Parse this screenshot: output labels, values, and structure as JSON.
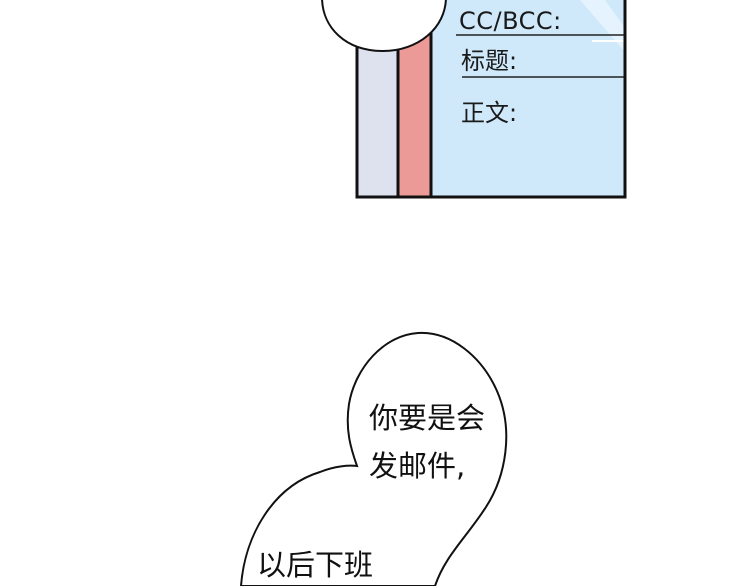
{
  "email_form": {
    "cc_label": "CC/BCC:",
    "subject_label": "标题:",
    "body_label": "正文:"
  },
  "speech_bubbles": [
    {
      "lines": [
        "你要是会",
        "发邮件,"
      ]
    },
    {
      "lines": [
        "以后下班"
      ]
    }
  ],
  "colors": {
    "screen_fill": "#cfe9fb",
    "frame": "#111111",
    "grey_stripe": "#dde2ee",
    "red_stripe": "#ec9a98",
    "bubble_fill": "#ffffff",
    "outline": "#111111"
  }
}
